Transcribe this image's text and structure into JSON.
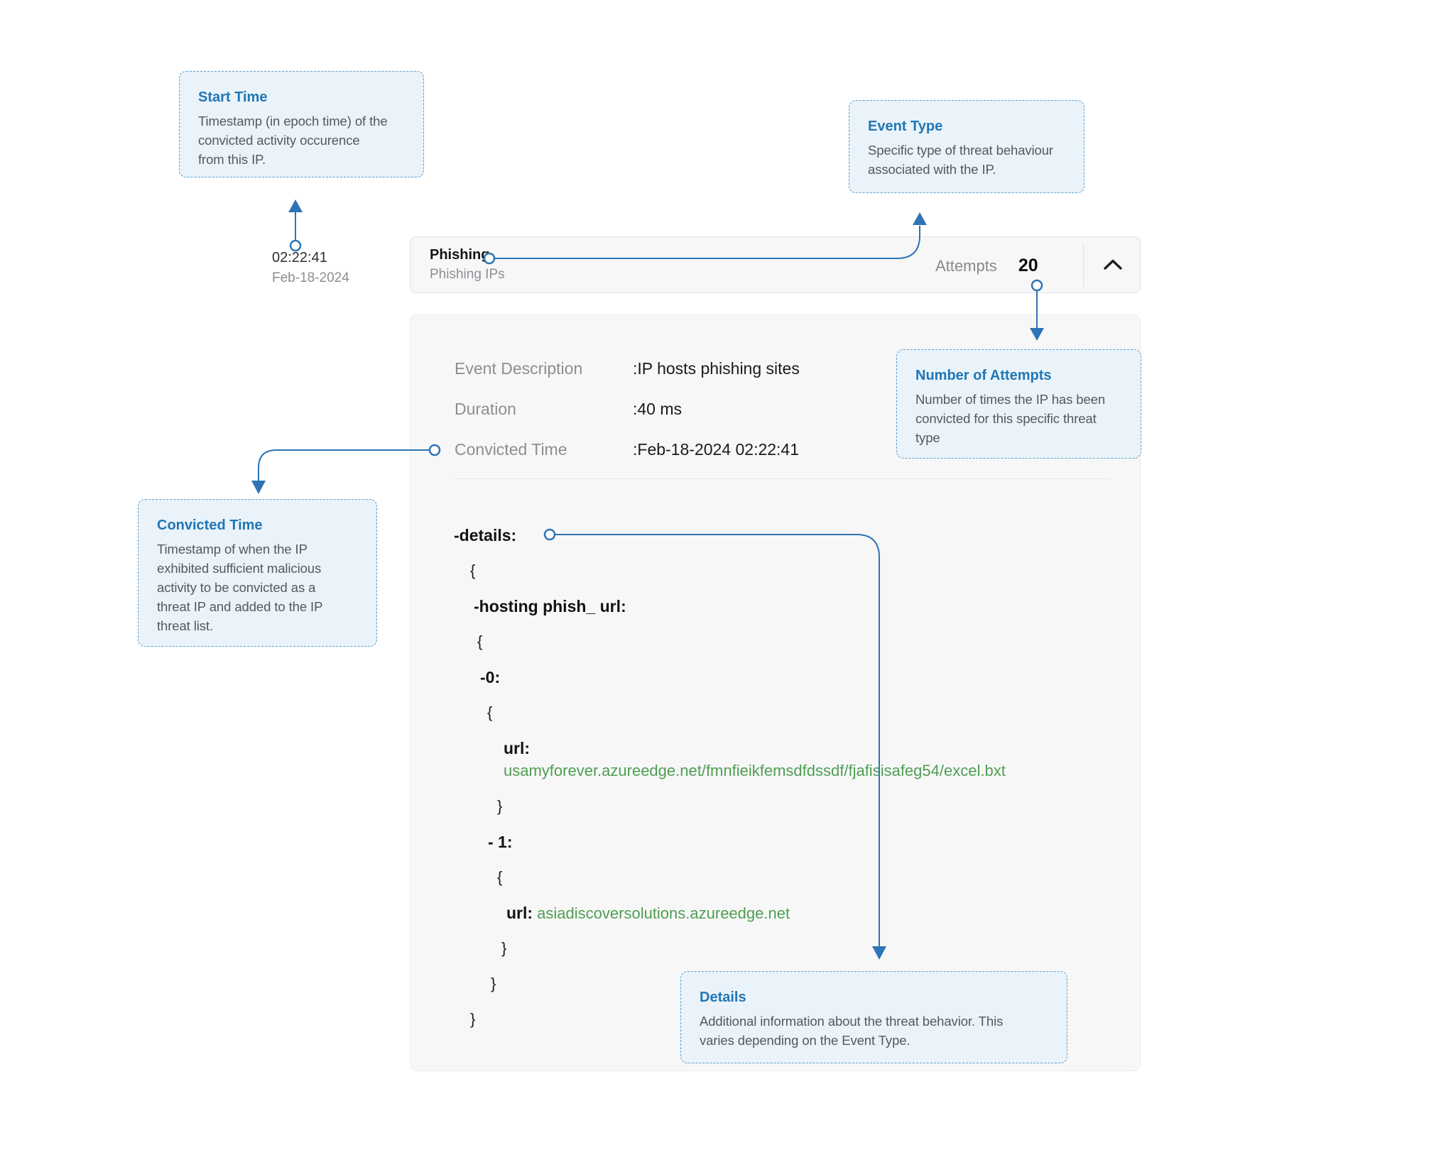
{
  "callouts": {
    "start_time": {
      "title": "Start Time",
      "body": "Timestamp (in epoch time) of the\nconvicted activity occurence\nfrom this IP."
    },
    "event_type": {
      "title": "Event Type",
      "body": "Specific type of threat behaviour\nassociated with the IP."
    },
    "number_of_attempts": {
      "title": "Number of Attempts",
      "body": "Number of times the IP has been\nconvicted for this specific threat\ntype"
    },
    "convicted_time": {
      "title": "Convicted Time",
      "body": "Timestamp of when the IP\nexhibited sufficient malicious\nactivity to be convicted as a\nthreat IP and added to the IP\nthreat list."
    },
    "details": {
      "title": "Details",
      "body": "Additional information about the threat behavior. This\nvaries depending on the Event Type."
    }
  },
  "timestamp": {
    "time": "02:22:41",
    "date": "Feb-18-2024"
  },
  "header": {
    "title": "Phishing",
    "subtitle": "Phishing IPs",
    "attempts_label": "Attempts",
    "attempts_value": "20",
    "collapse_icon": "chevron-up"
  },
  "panel": {
    "rows": [
      {
        "label": "Event Description",
        "value": ":IP hosts phishing sites"
      },
      {
        "label": "Duration",
        "value": ":40 ms"
      },
      {
        "label": "Convicted Time",
        "value": ":Feb-18-2024 02:22:41"
      }
    ],
    "details_lines": [
      {
        "indent": 0,
        "segments": [
          {
            "text": "-details:",
            "style": "key"
          }
        ]
      },
      {
        "indent": 23,
        "segments": [
          {
            "text": "{",
            "style": "brace"
          }
        ]
      },
      {
        "indent": 28,
        "segments": [
          {
            "text": "-hosting phish_ url:",
            "style": "key"
          }
        ]
      },
      {
        "indent": 33,
        "segments": [
          {
            "text": "{",
            "style": "brace"
          }
        ]
      },
      {
        "indent": 37,
        "segments": [
          {
            "text": "-0:",
            "style": "key"
          }
        ]
      },
      {
        "indent": 47,
        "segments": [
          {
            "text": "{",
            "style": "brace"
          }
        ]
      },
      {
        "indent": 70,
        "segments": [
          {
            "text": "url:",
            "style": "key"
          }
        ],
        "tight": true
      },
      {
        "indent": 70,
        "segments": [
          {
            "text": "usamyforever.azureedge.net/fmnfieikfemsdfdssdf/fjafisisafeg54/excel.bxt",
            "style": "url"
          }
        ]
      },
      {
        "indent": 61,
        "segments": [
          {
            "text": "}",
            "style": "brace"
          }
        ]
      },
      {
        "indent": 48,
        "segments": [
          {
            "text": "- 1:",
            "style": "key"
          }
        ]
      },
      {
        "indent": 61,
        "segments": [
          {
            "text": "{",
            "style": "brace"
          }
        ]
      },
      {
        "indent": 74,
        "segments": [
          {
            "text": "url:",
            "style": "key"
          },
          {
            "text": " asiadiscoversolutions.azureedge.net",
            "style": "url"
          }
        ]
      },
      {
        "indent": 67,
        "segments": [
          {
            "text": "}",
            "style": "brace"
          }
        ]
      },
      {
        "indent": 52,
        "segments": [
          {
            "text": "}",
            "style": "brace"
          }
        ]
      },
      {
        "indent": 23,
        "segments": [
          {
            "text": "}",
            "style": "brace"
          }
        ]
      }
    ]
  },
  "colors": {
    "accent_blue": "#2176b5",
    "connector_blue": "#2e74b5",
    "url_green": "#4f9e53",
    "callout_bg": "#eaf3fa",
    "callout_border": "#5b9fd0",
    "panel_bg": "#f7f7f7",
    "label_gray": "#8b8f93"
  }
}
